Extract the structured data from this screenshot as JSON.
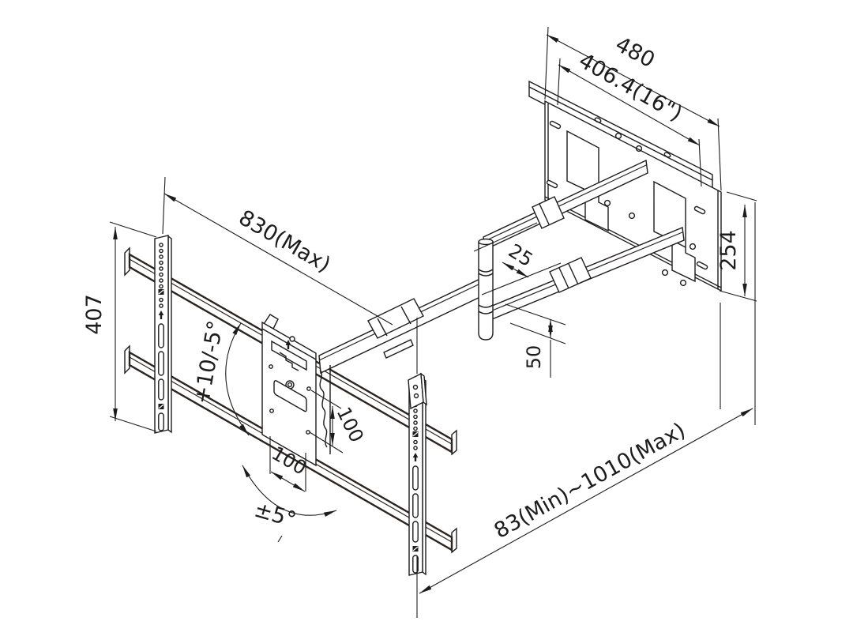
{
  "document": {
    "type": "technical-drawing",
    "subject": "Articulating full-motion TV wall mount bracket, isometric view with dimensions"
  },
  "colors": {
    "line": "#1c1c1c",
    "heavy_line": "#2b2420",
    "background": "#ffffff"
  },
  "labels": {
    "vesa_width": "480",
    "stud_spacing": "406.4(16\")",
    "wall_plate_height": "254",
    "arm_reach_max": "830(Max)",
    "bracket_height": "407",
    "tilt_range": "+10/-5°",
    "arm_offset": "25",
    "arm_gap": "50",
    "vesa_hole_vertical": "100",
    "vesa_hole_horizontal": "100",
    "swivel_range": "±5°",
    "extension_range": "83(Min)~1010(Max)"
  }
}
